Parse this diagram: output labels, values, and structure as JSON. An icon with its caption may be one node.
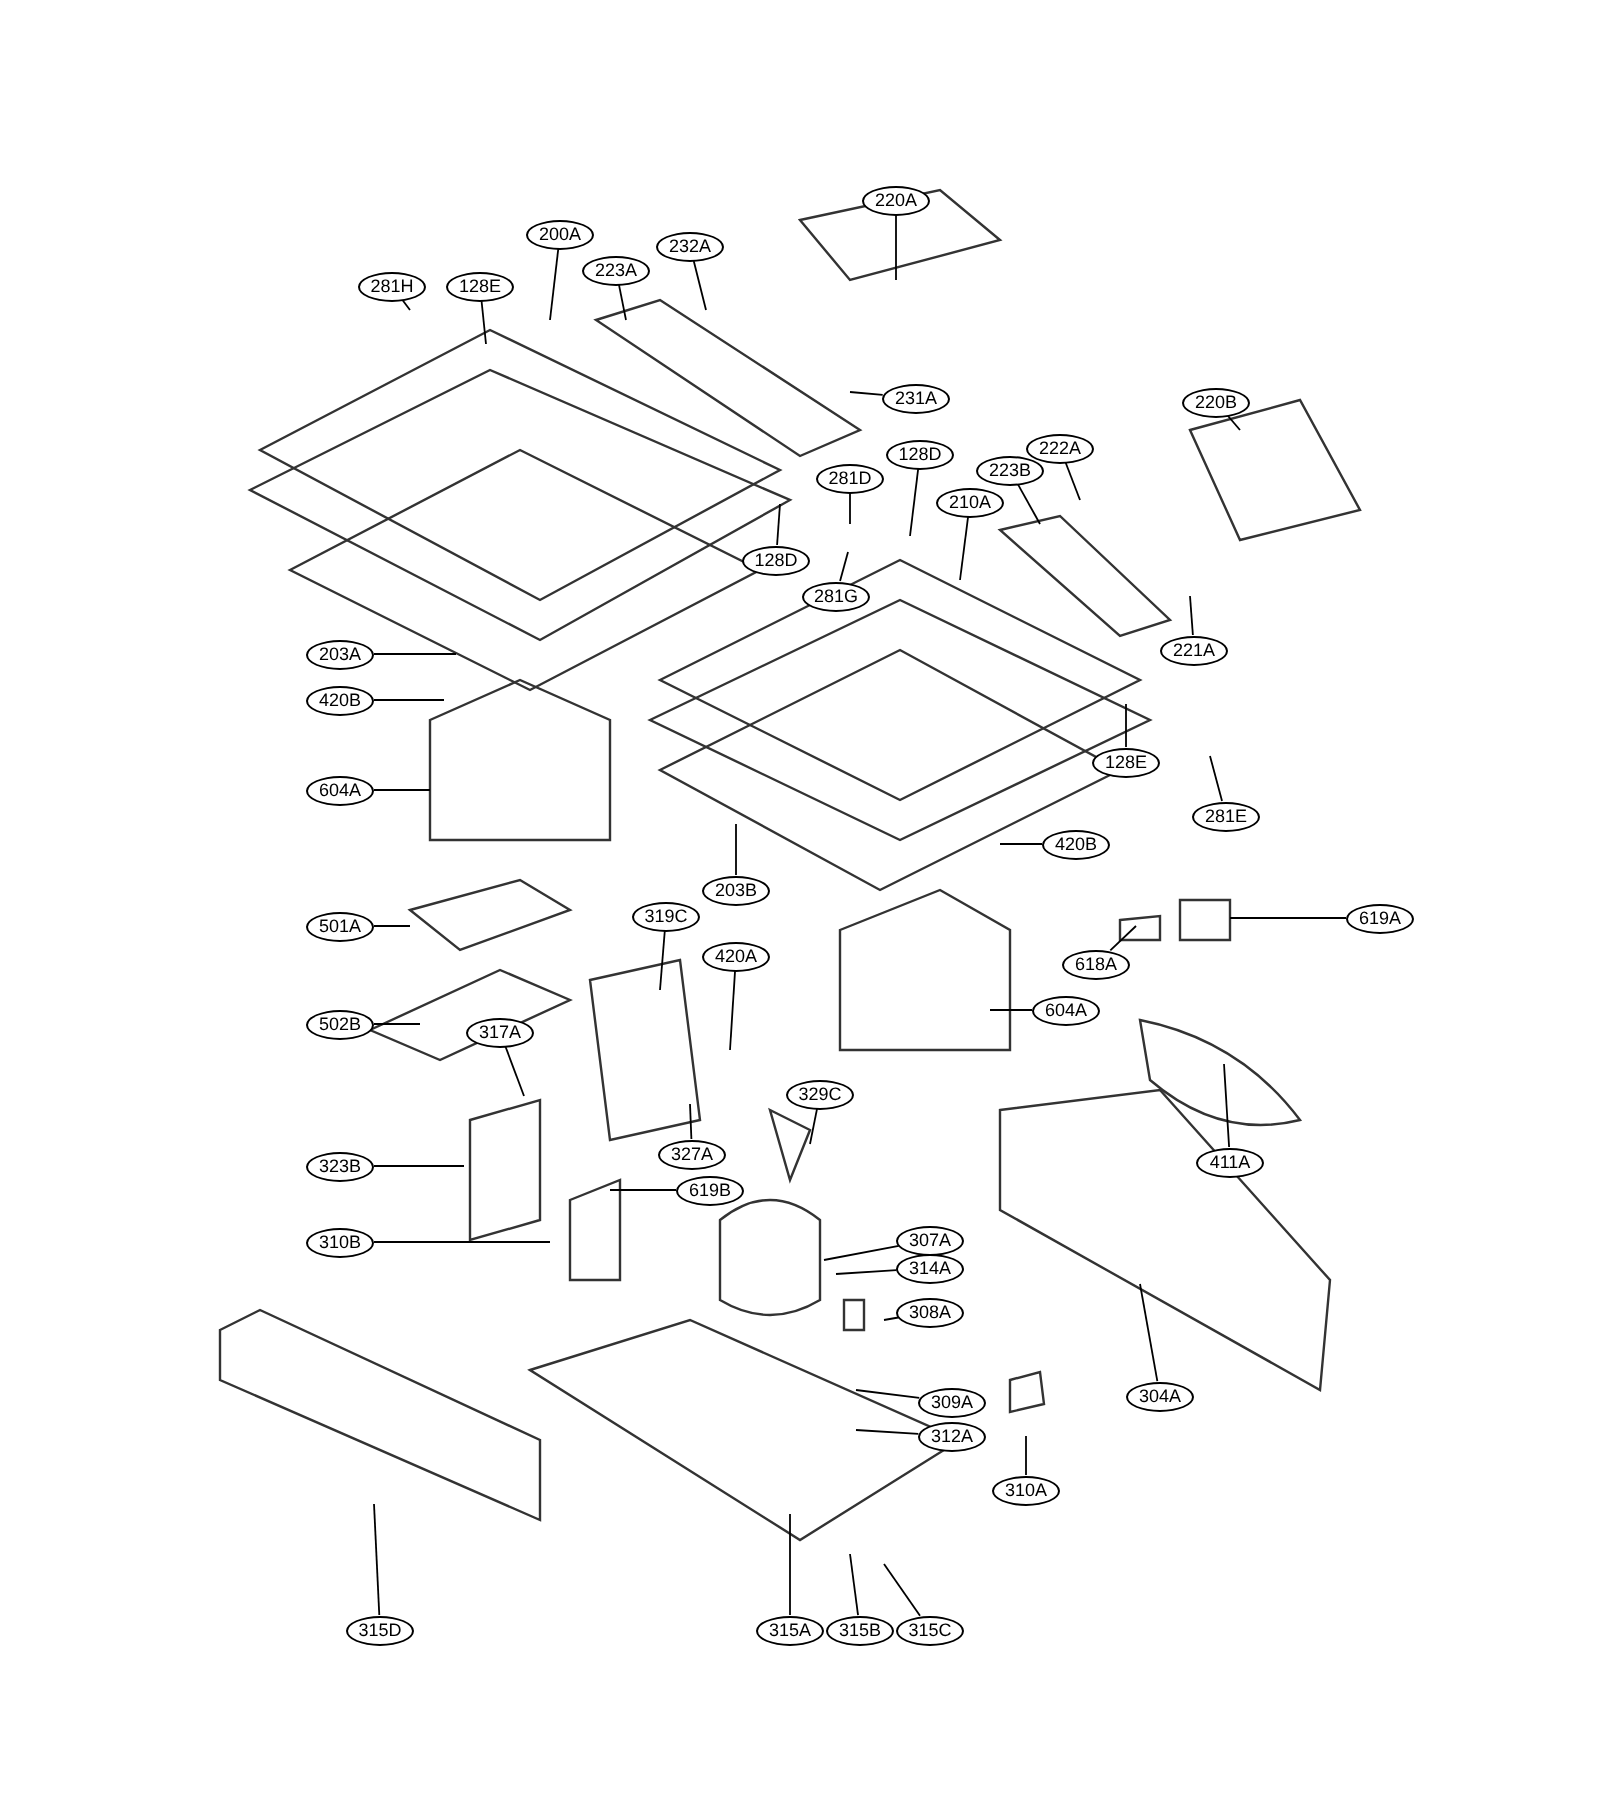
{
  "diagram": {
    "nodes": [
      {
        "text": [
          "281H"
        ]
      },
      {
        "text": [
          "128E"
        ]
      },
      {
        "text": [
          "200A"
        ]
      },
      {
        "text": [
          "223A"
        ]
      },
      {
        "text": [
          "232A"
        ]
      },
      {
        "text": [
          "220A"
        ]
      },
      {
        "text": [
          "231A"
        ]
      },
      {
        "text": [
          "220B"
        ]
      },
      {
        "text": [
          "128D"
        ]
      },
      {
        "text": [
          "210A"
        ]
      },
      {
        "text": [
          "223B"
        ]
      },
      {
        "text": [
          "222A"
        ]
      },
      {
        "text": [
          "281D"
        ]
      },
      {
        "text": [
          "128D"
        ]
      },
      {
        "text": [
          "281G"
        ]
      },
      {
        "text": [
          "221A"
        ]
      },
      {
        "text": [
          "203A"
        ]
      },
      {
        "text": [
          "420B"
        ]
      },
      {
        "text": [
          "604A"
        ]
      },
      {
        "text": [
          "128E"
        ]
      },
      {
        "text": [
          "281E"
        ]
      },
      {
        "text": [
          "203B"
        ]
      },
      {
        "text": [
          "420B"
        ]
      },
      {
        "text": [
          "501A"
        ]
      },
      {
        "text": [
          "319C"
        ]
      },
      {
        "text": [
          "420A"
        ]
      },
      {
        "text": [
          "618A"
        ]
      },
      {
        "text": [
          "619A"
        ]
      },
      {
        "text": [
          "604A"
        ]
      },
      {
        "text": [
          "502B"
        ]
      },
      {
        "text": [
          "317A"
        ]
      },
      {
        "text": [
          "329C"
        ]
      },
      {
        "text": [
          "327A"
        ]
      },
      {
        "text": [
          "323B"
        ]
      },
      {
        "text": [
          "619B"
        ]
      },
      {
        "text": [
          "411A"
        ]
      },
      {
        "text": [
          "310B"
        ]
      },
      {
        "text": [
          "307A"
        ]
      },
      {
        "text": [
          "314A"
        ]
      },
      {
        "text": [
          "308A"
        ]
      },
      {
        "text": [
          "304A"
        ]
      },
      {
        "text": [
          "309A"
        ]
      },
      {
        "text": [
          "312A"
        ]
      },
      {
        "text": [
          "310A"
        ]
      },
      {
        "text": [
          "315D"
        ]
      },
      {
        "text": [
          "315A"
        ]
      },
      {
        "text": [
          "315B"
        ]
      },
      {
        "text": [
          "315C"
        ]
      }
    ],
    "edges": [
      {
        "from": 0,
        "to": null,
        "arrow": "none"
      },
      {
        "from": 1,
        "to": null,
        "arrow": "none"
      },
      {
        "from": 2,
        "to": null,
        "arrow": "none"
      },
      {
        "from": 3,
        "to": null,
        "arrow": "none"
      },
      {
        "from": 4,
        "to": null,
        "arrow": "none"
      },
      {
        "from": 5,
        "to": null,
        "arrow": "none"
      },
      {
        "from": 6,
        "to": null,
        "arrow": "none"
      },
      {
        "from": 7,
        "to": null,
        "arrow": "none"
      },
      {
        "from": 8,
        "to": null,
        "arrow": "none"
      },
      {
        "from": 9,
        "to": null,
        "arrow": "none"
      },
      {
        "from": 10,
        "to": null,
        "arrow": "none"
      },
      {
        "from": 11,
        "to": null,
        "arrow": "none"
      },
      {
        "from": 12,
        "to": null,
        "arrow": "none"
      },
      {
        "from": 13,
        "to": null,
        "arrow": "none"
      },
      {
        "from": 14,
        "to": null,
        "arrow": "none"
      },
      {
        "from": 15,
        "to": null,
        "arrow": "none"
      },
      {
        "from": 16,
        "to": null,
        "arrow": "none"
      },
      {
        "from": 17,
        "to": null,
        "arrow": "none"
      },
      {
        "from": 18,
        "to": null,
        "arrow": "none"
      },
      {
        "from": 19,
        "to": null,
        "arrow": "none"
      },
      {
        "from": 20,
        "to": null,
        "arrow": "none"
      },
      {
        "from": 21,
        "to": null,
        "arrow": "none"
      },
      {
        "from": 22,
        "to": null,
        "arrow": "none"
      },
      {
        "from": 23,
        "to": null,
        "arrow": "none"
      },
      {
        "from": 24,
        "to": null,
        "arrow": "none"
      },
      {
        "from": 25,
        "to": null,
        "arrow": "none"
      },
      {
        "from": 26,
        "to": null,
        "arrow": "none"
      },
      {
        "from": 27,
        "to": null,
        "arrow": "none"
      },
      {
        "from": 28,
        "to": null,
        "arrow": "none"
      },
      {
        "from": 29,
        "to": null,
        "arrow": "none"
      },
      {
        "from": 30,
        "to": null,
        "arrow": "none"
      },
      {
        "from": 31,
        "to": null,
        "arrow": "none"
      },
      {
        "from": 32,
        "to": null,
        "arrow": "none"
      },
      {
        "from": 33,
        "to": null,
        "arrow": "none"
      },
      {
        "from": 34,
        "to": null,
        "arrow": "none"
      },
      {
        "from": 35,
        "to": null,
        "arrow": "none"
      },
      {
        "from": 36,
        "to": null,
        "arrow": "none"
      },
      {
        "from": 37,
        "to": null,
        "arrow": "none"
      },
      {
        "from": 38,
        "to": null,
        "arrow": "none"
      },
      {
        "from": 39,
        "to": null,
        "arrow": "none"
      },
      {
        "from": 40,
        "to": null,
        "arrow": "none"
      },
      {
        "from": 41,
        "to": null,
        "arrow": "none"
      },
      {
        "from": 42,
        "to": null,
        "arrow": "none"
      },
      {
        "from": 43,
        "to": null,
        "arrow": "none"
      },
      {
        "from": 44,
        "to": null,
        "arrow": "none"
      },
      {
        "from": 45,
        "to": null,
        "arrow": "none"
      },
      {
        "from": 46,
        "to": null,
        "arrow": "none"
      },
      {
        "from": 47,
        "to": null,
        "arrow": "none"
      }
    ]
  }
}
